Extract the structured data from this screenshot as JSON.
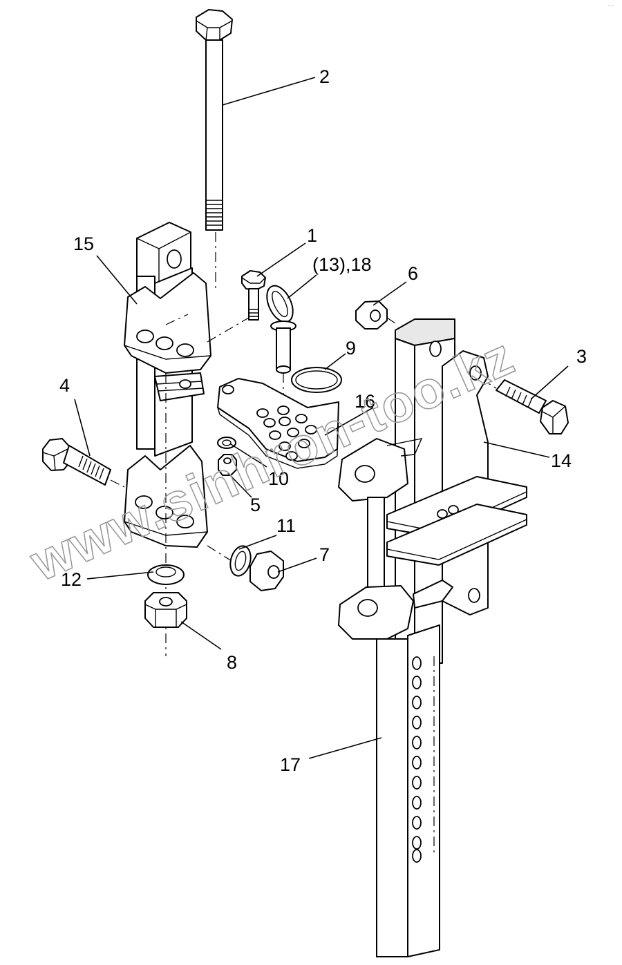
{
  "diagram": {
    "type": "exploded-parts-view",
    "subject": "stabilizer / adjustable link assembly",
    "watermark": "www.sinhron-too.kz",
    "corner_mark": "- -",
    "callouts": [
      {
        "id": "2",
        "label": "2",
        "part": "long hex bolt"
      },
      {
        "id": "15",
        "label": "15",
        "part": "bracket"
      },
      {
        "id": "1",
        "label": "1",
        "part": "hex bolt (short)"
      },
      {
        "id": "13-18",
        "label": "(13),18",
        "part": "ring pin"
      },
      {
        "id": "6",
        "label": "6",
        "part": "hex nut"
      },
      {
        "id": "9",
        "label": "9",
        "part": "spring clip ring"
      },
      {
        "id": "3",
        "label": "3",
        "part": "hex bolt"
      },
      {
        "id": "16",
        "label": "16",
        "part": "perforated plate"
      },
      {
        "id": "4",
        "label": "4",
        "part": "hex bolt"
      },
      {
        "id": "14",
        "label": "14",
        "part": "bracket / housing"
      },
      {
        "id": "10",
        "label": "10",
        "part": "spring washer"
      },
      {
        "id": "5",
        "label": "5",
        "part": "hex nut (small)"
      },
      {
        "id": "11",
        "label": "11",
        "part": "spring washer"
      },
      {
        "id": "7",
        "label": "7",
        "part": "hex nut"
      },
      {
        "id": "12",
        "label": "12",
        "part": "spring washer"
      },
      {
        "id": "8",
        "label": "8",
        "part": "hex nut"
      },
      {
        "id": "17",
        "label": "17",
        "part": "perforated bar"
      }
    ]
  }
}
